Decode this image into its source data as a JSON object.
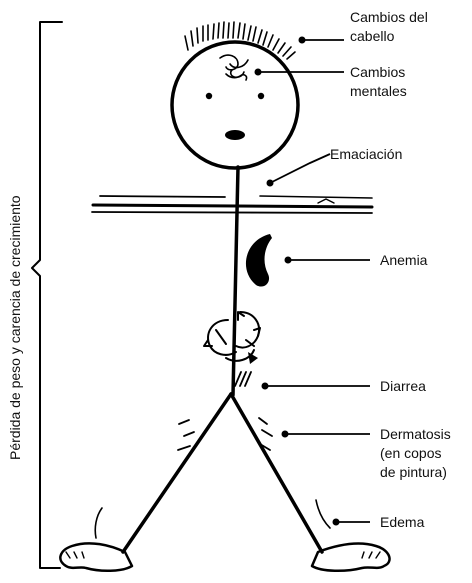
{
  "side_label": "Pérdida de peso y carencia de crecimiento",
  "labels": {
    "hair": [
      "Cambios del",
      "cabello"
    ],
    "mental": [
      "Cambios",
      "mentales"
    ],
    "emaciation": [
      "Emaciación"
    ],
    "anemia": [
      "Anemia"
    ],
    "diarrhea": [
      "Diarrea"
    ],
    "dermatosis": [
      "Dermatosis",
      "(en copos",
      "de pintura)"
    ],
    "edema": [
      "Edema"
    ]
  }
}
